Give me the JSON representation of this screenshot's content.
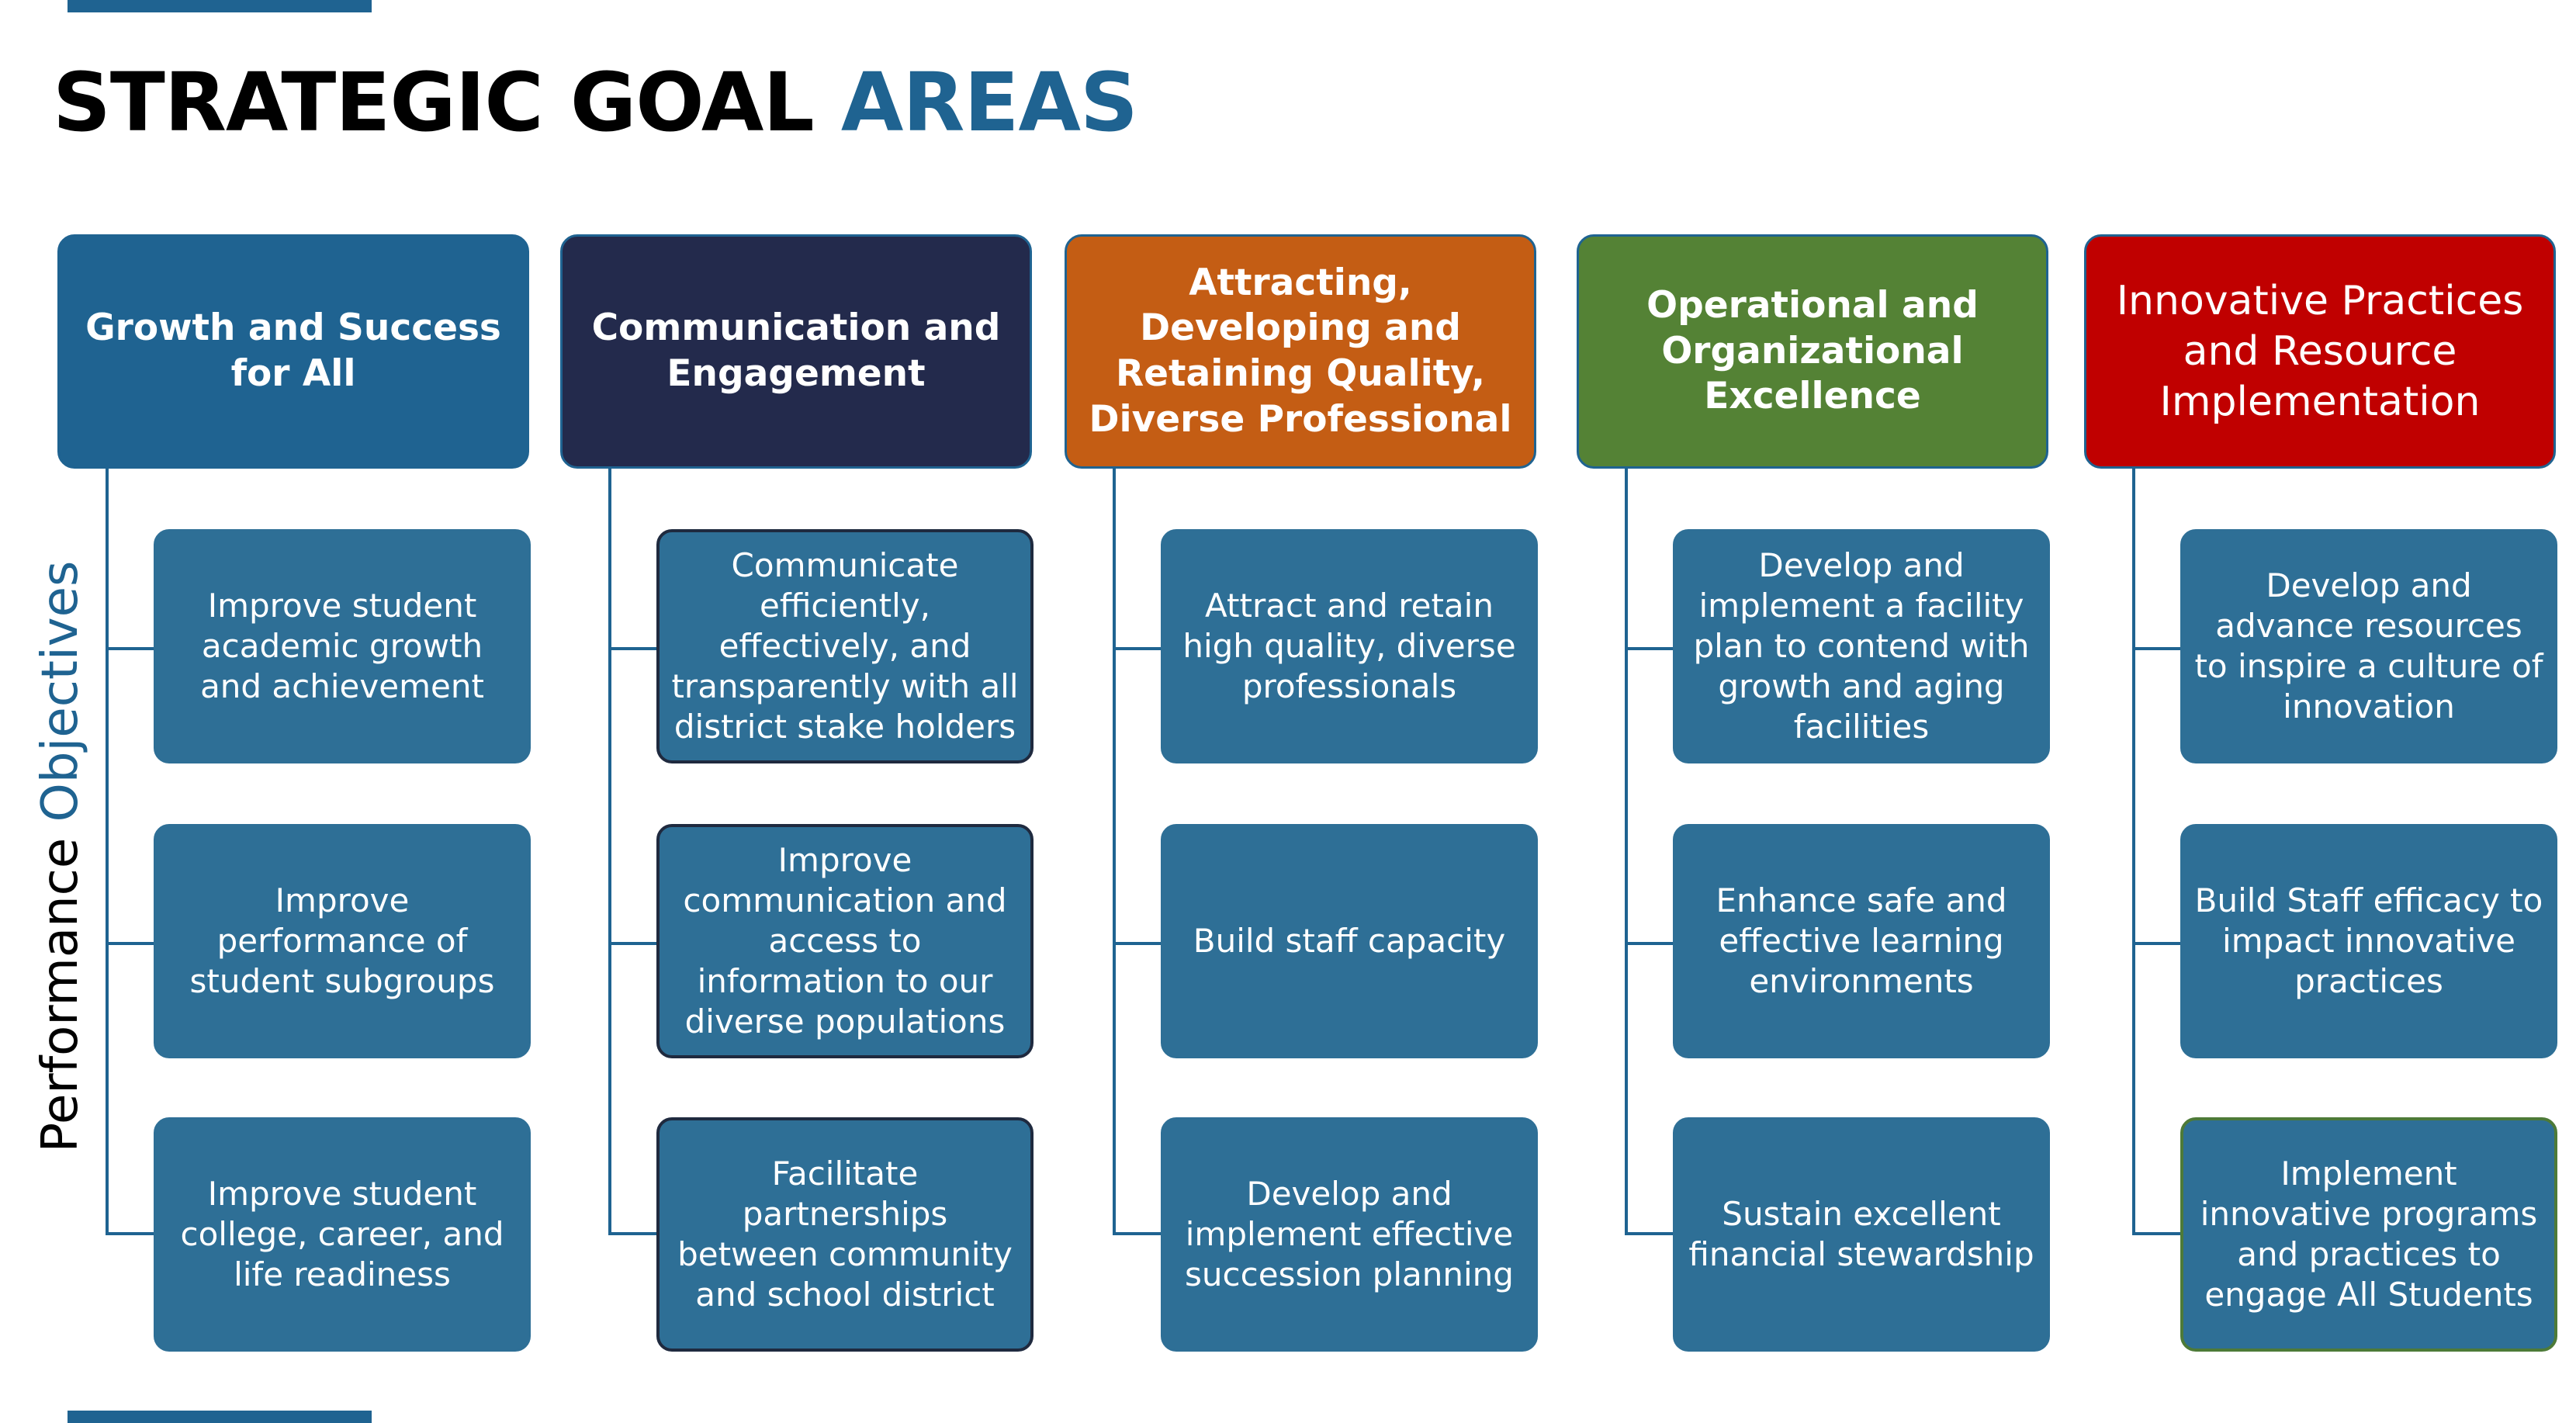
{
  "title": {
    "part1": "STRATEGIC GOAL ",
    "part2": "AREAS"
  },
  "side_label": {
    "part1": "Performance ",
    "part2": "Objectives"
  },
  "colors": {
    "accent": "#1f6391",
    "objective_fill": "#2e6f96",
    "goal_1": "#1f6391",
    "goal_2": "#232a4c",
    "goal_3": "#c45d14",
    "goal_4": "#548235",
    "goal_5": "#c00000"
  },
  "goals": [
    {
      "title": "Growth and Success for All",
      "objectives": [
        "Improve student academic growth and achievement",
        "Improve performance of student subgroups",
        "Improve student college, career, and life readiness"
      ]
    },
    {
      "title": "Communication and Engagement",
      "objectives": [
        "Communicate efficiently, effectively, and transparently with all district stake holders",
        "Improve communication and access to information to our diverse populations",
        "Facilitate partnerships between community and school district"
      ]
    },
    {
      "title": "Attracting, Developing and Retaining Quality, Diverse Professional",
      "objectives": [
        "Attract and retain high quality, diverse professionals",
        "Build staff capacity",
        "Develop and implement effective succession planning"
      ]
    },
    {
      "title": "Operational and Organizational Excellence",
      "objectives": [
        "Develop and implement a facility plan to contend with growth and aging facilities",
        "Enhance safe and effective learning environments",
        "Sustain excellent financial stewardship"
      ]
    },
    {
      "title": "Innovative Practices and Resource Implementation",
      "objectives": [
        "Develop and advance resources to inspire a culture of innovation",
        "Build  Staff efficacy to impact innovative practices",
        "Implement innovative programs and practices to engage All Students"
      ]
    }
  ]
}
